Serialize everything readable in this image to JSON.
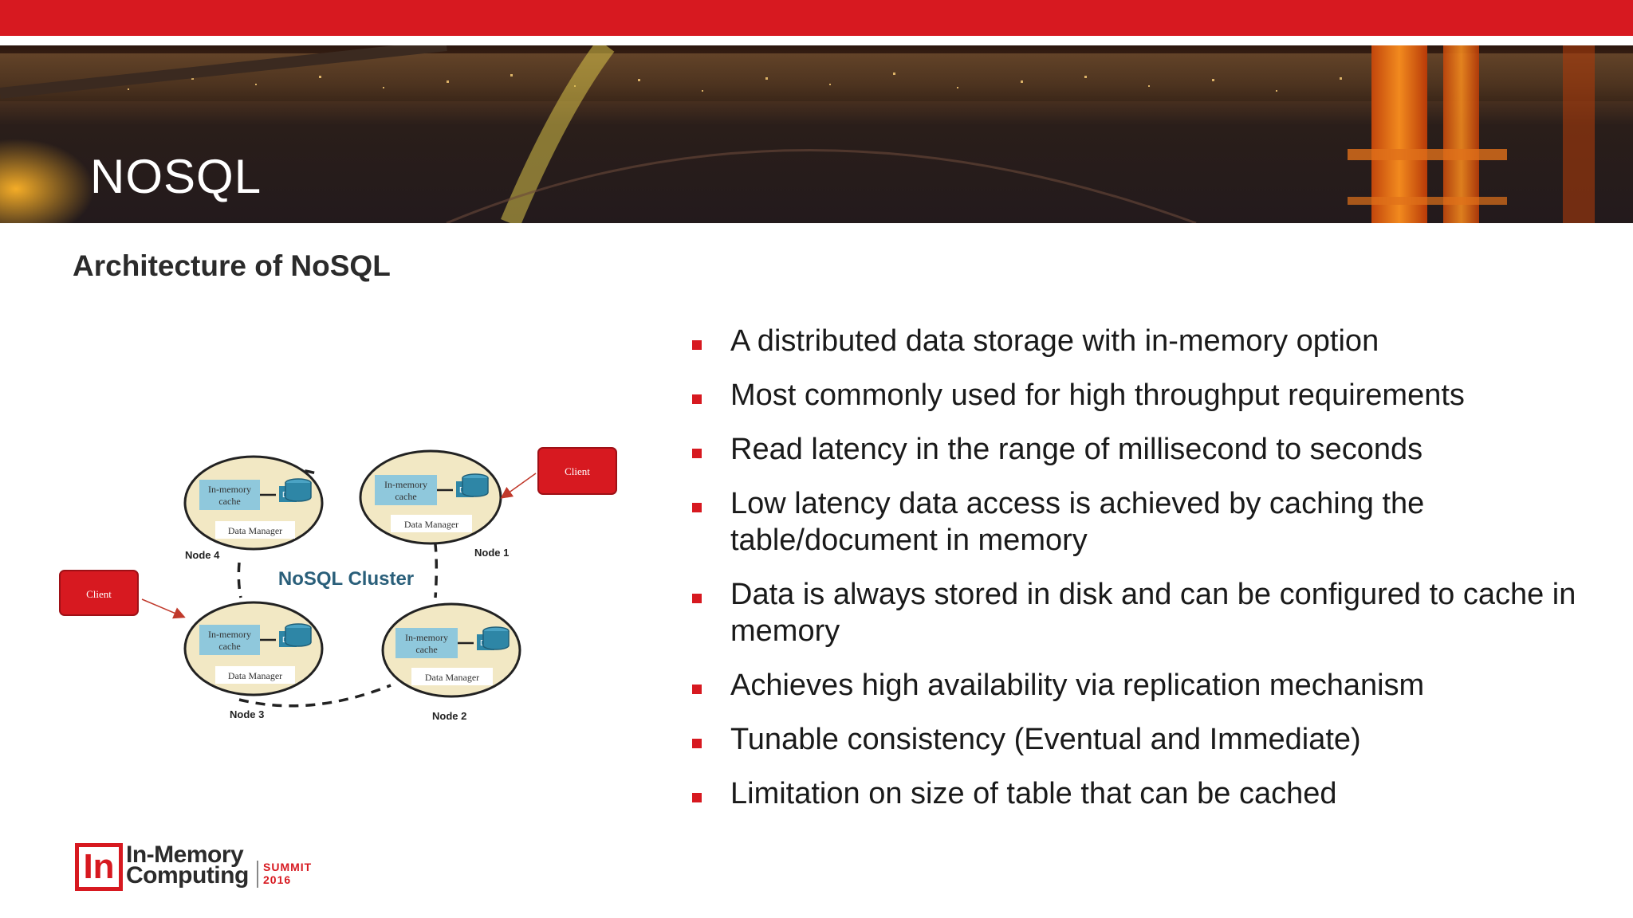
{
  "slide": {
    "title": "NOSQL",
    "subtitle": "Architecture of  NoSQL"
  },
  "bullets": [
    "A distributed data storage with in-memory option",
    "Most commonly used for high throughput requirements",
    "Read latency in the range of millisecond to seconds",
    "Low latency data access is achieved by caching the table/document in memory",
    "Data is always stored in disk and can be configured to cache in memory",
    "Achieves high availability via replication mechanism",
    "Tunable consistency (Eventual and Immediate)",
    "Limitation on size of table that can be cached"
  ],
  "diagram": {
    "cluster_label": "NoSQL Cluster",
    "client_label": "Client",
    "cache_line1": "In-memory",
    "cache_line2": "cache",
    "db_label": "DB",
    "manager_label": "Data Manager",
    "nodes": [
      "Node 4",
      "Node 1",
      "Node 3",
      "Node 2"
    ]
  },
  "logo": {
    "mark": "In",
    "line1": "In-Memory",
    "line2": "Computing",
    "summit": "SUMMIT",
    "year": "2016"
  },
  "colors": {
    "accent": "#d71920",
    "cache_box": "#8fc8dc",
    "db_blue": "#2e86a6",
    "node_fill": "#f2e8c4",
    "cluster_text": "#2a5f7a"
  }
}
